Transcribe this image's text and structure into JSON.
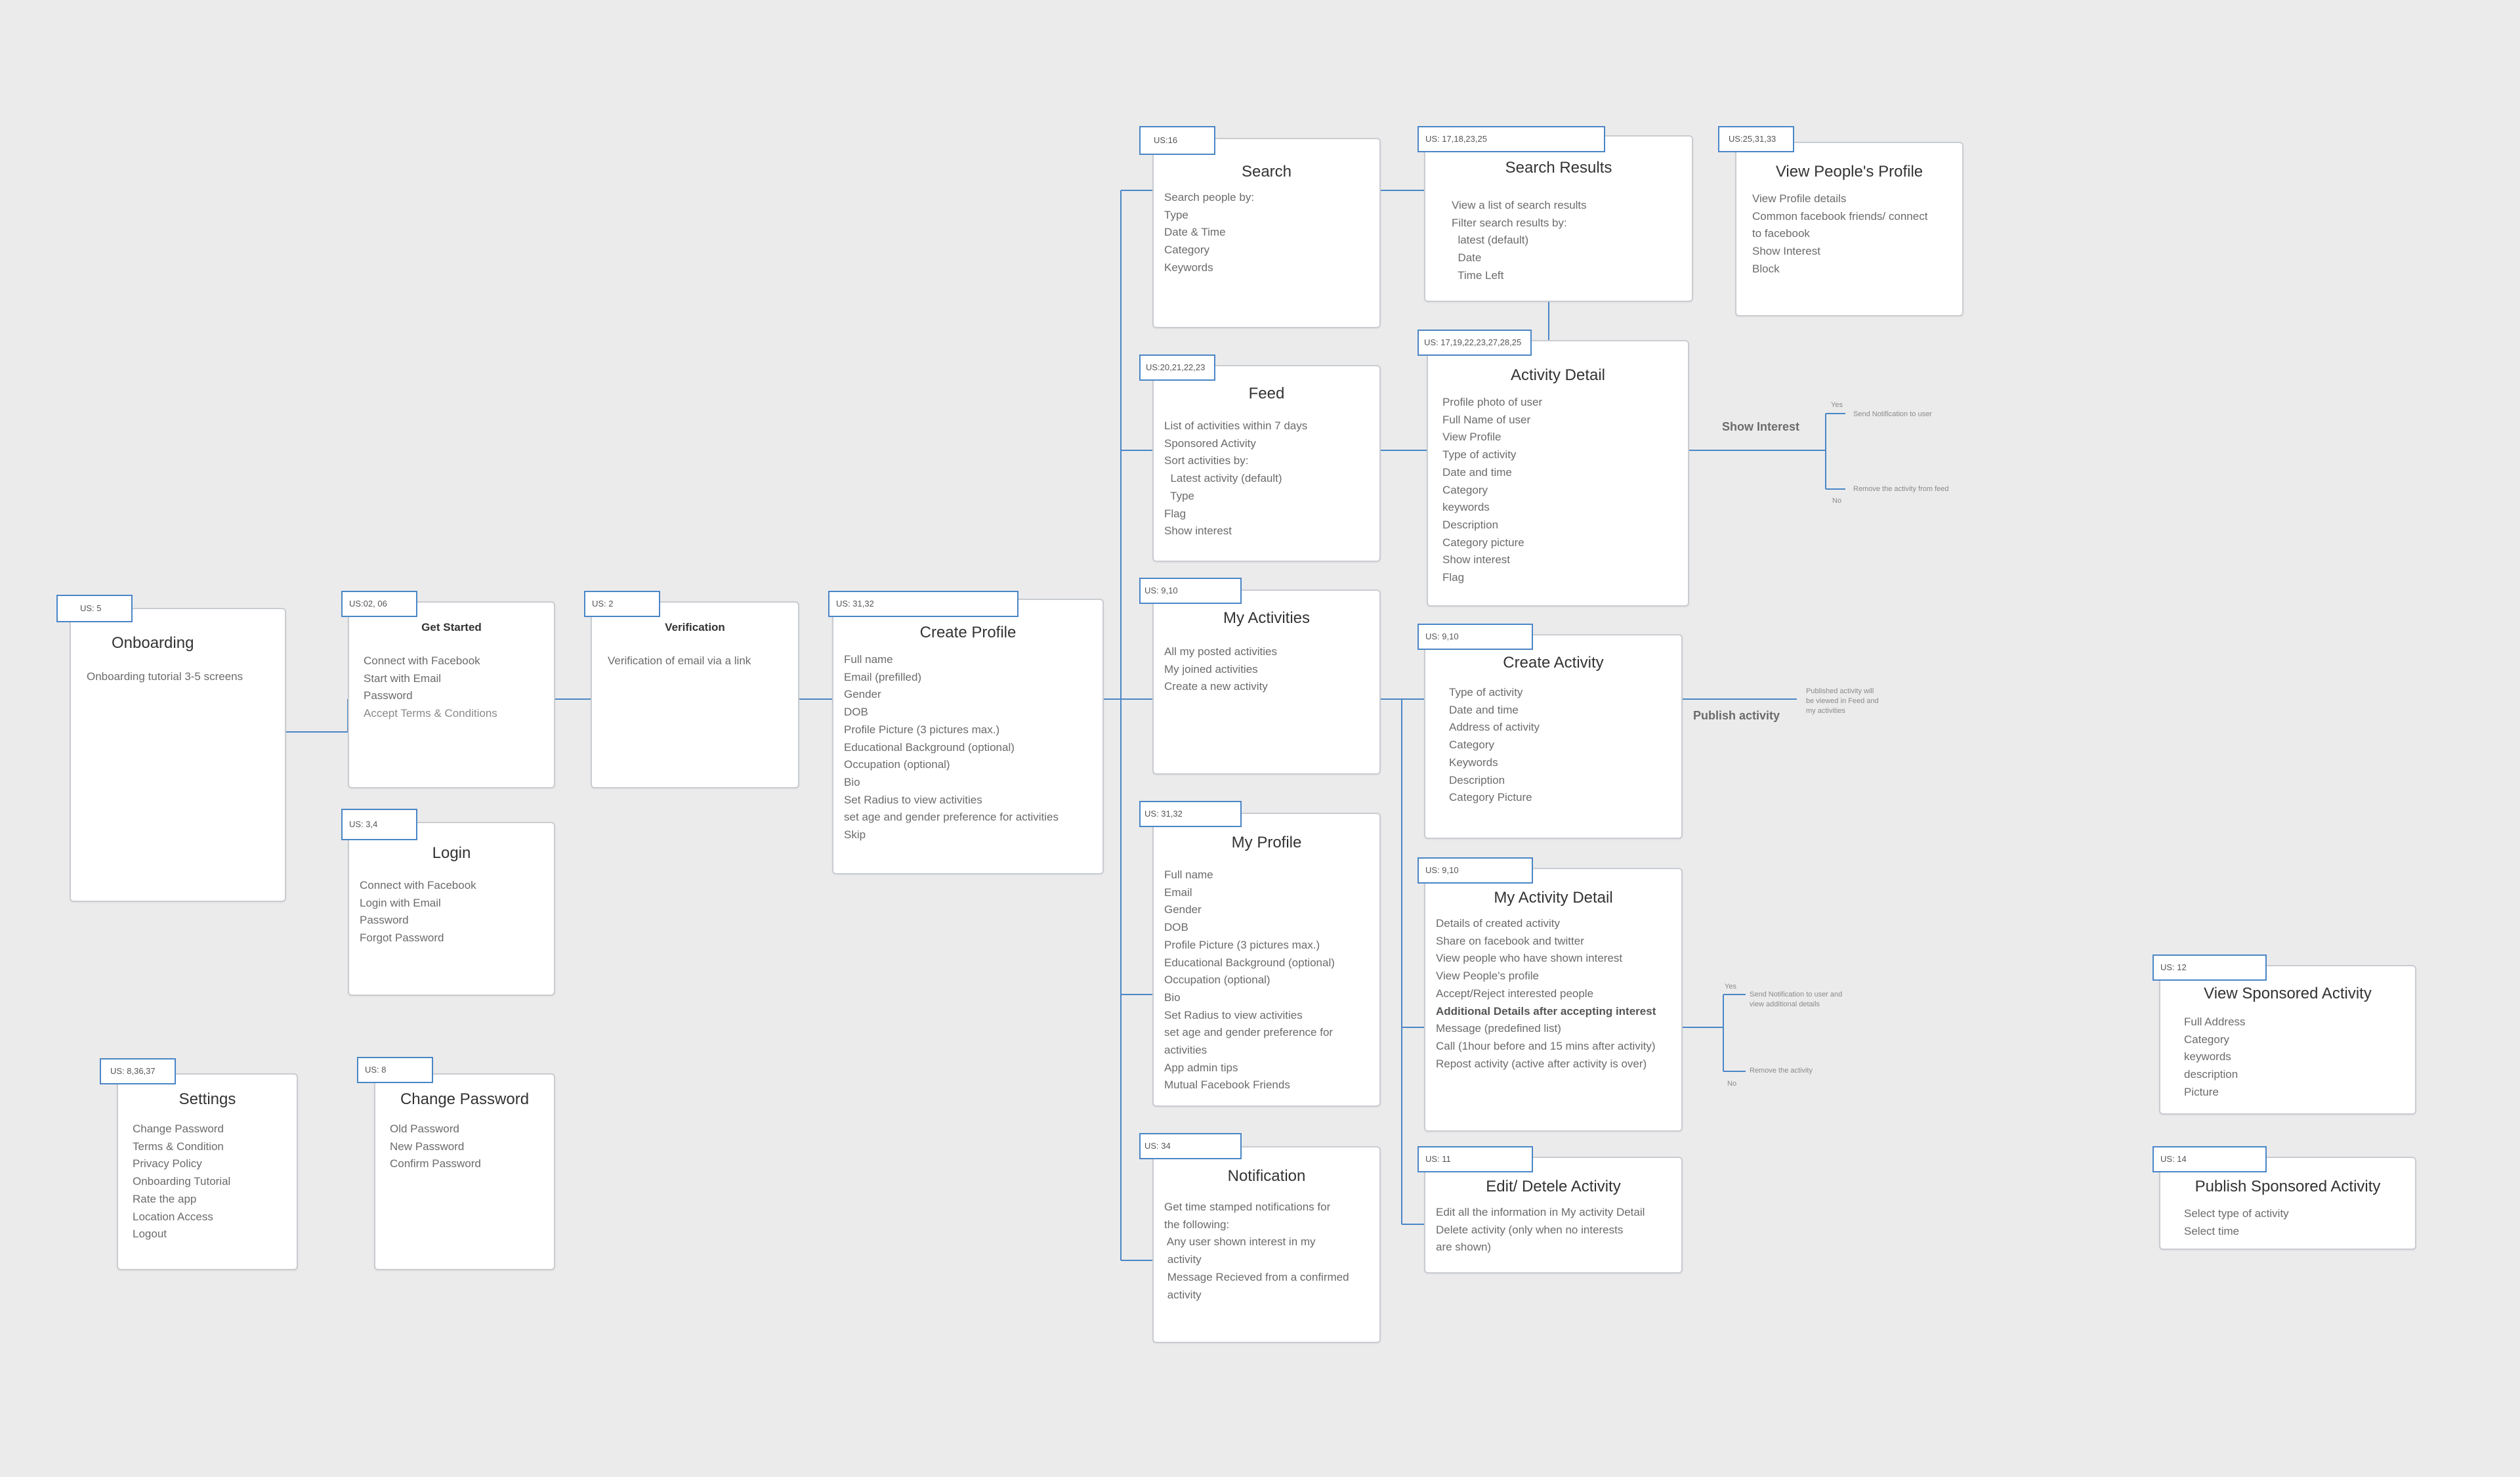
{
  "colors": {
    "background": "#ebebeb",
    "connector": "#4a86c7",
    "card_border": "#c9ccd1",
    "card": "#ffffff"
  },
  "cards": [
    {
      "id": "onboarding",
      "tag": "US: 5",
      "title": "Onboarding",
      "lines": [
        "Onboarding tutorial 3-5 screens"
      ]
    },
    {
      "id": "get-started",
      "tag": "US:02, 06",
      "title": "Get Started",
      "lines": [
        "Connect with Facebook",
        "Start with Email",
        "Password",
        "Accept Terms & Conditions"
      ]
    },
    {
      "id": "verification",
      "tag": "US: 2",
      "title": "Verification",
      "lines": [
        "Verification of email via a link"
      ]
    },
    {
      "id": "login",
      "tag": "US: 3,4",
      "title": "Login",
      "lines": [
        "Connect with Facebook",
        "Login with Email",
        "Password",
        "Forgot Password"
      ]
    },
    {
      "id": "create-profile",
      "tag": "US: 31,32",
      "title": "Create Profile",
      "lines": [
        "Full name",
        "Email (prefilled)",
        "Gender",
        "DOB",
        "Profile Picture (3 pictures max.)",
        "Educational Background (optional)",
        "Occupation (optional)",
        "Bio",
        "Set Radius to view activities",
        "set age and gender preference for activities",
        "",
        "Skip"
      ]
    },
    {
      "id": "settings",
      "tag": "US: 8,36,37",
      "title": "Settings",
      "lines": [
        "Change Password",
        "Terms & Condition",
        "Privacy Policy",
        "Onboarding Tutorial",
        "Rate the app",
        "Location Access",
        "Logout"
      ]
    },
    {
      "id": "change-password",
      "tag": "US: 8",
      "title": "Change Password",
      "lines": [
        "Old Password",
        "New Password",
        "Confirm Password"
      ]
    },
    {
      "id": "search",
      "tag": "US:16",
      "title": "Search",
      "lines": [
        "Search people by:",
        "Type",
        "Date & Time",
        "Category",
        "Keywords"
      ]
    },
    {
      "id": "feed",
      "tag": "US:20,21,22,23",
      "title": "Feed",
      "lines": [
        "List of activities within 7 days",
        "Sponsored Activity",
        "Sort activities by:",
        "  Latest activity (default)",
        "  Type",
        "Flag",
        "Show interest"
      ]
    },
    {
      "id": "my-activities",
      "tag": "US: 9,10",
      "title": "My Activities",
      "lines": [
        "All my posted activities",
        "My joined activities",
        "Create a new activity"
      ]
    },
    {
      "id": "my-profile",
      "tag": "US: 31,32",
      "title": "My Profile",
      "lines": [
        "Full name",
        "Email",
        "Gender",
        "DOB",
        "Profile Picture (3 pictures max.)",
        "Educational Background (optional)",
        "Occupation (optional)",
        "Bio",
        "Set Radius to view activities",
        "set age and gender preference for",
        "activities",
        "App admin tips",
        "Mutual Facebook Friends"
      ]
    },
    {
      "id": "notification",
      "tag": "US: 34",
      "title": "Notification",
      "lines": [
        "Get time stamped notifications for",
        "the following:",
        "",
        " Any user shown interest in my",
        " activity",
        " Message Recieved from a confirmed",
        " activity"
      ]
    },
    {
      "id": "search-results",
      "tag": "US: 17,18,23,25",
      "title": "Search Results",
      "lines": [
        "View a list of search results",
        "Filter search results by:",
        "  latest (default)",
        "  Date",
        "  Time Left"
      ]
    },
    {
      "id": "activity-detail",
      "tag": "US: 17,19,22,23,27,28,25",
      "title": "Activity Detail",
      "lines": [
        "Profile photo of user",
        "Full Name of user",
        "View Profile",
        "Type of activity",
        "Date and time",
        "Category",
        "keywords",
        "Description",
        "Category picture",
        "Show interest",
        "Flag"
      ]
    },
    {
      "id": "create-activity",
      "tag": "US: 9,10",
      "title": "Create Activity",
      "lines": [
        "Type of activity",
        "Date and time",
        "Address of activity",
        "Category",
        "Keywords",
        "Description",
        "Category Picture"
      ]
    },
    {
      "id": "my-activity-detail",
      "tag": "US: 9,10",
      "title": "My Activity Detail",
      "lines": [
        "Details of created activity",
        "Share on facebook and twitter",
        "View people who have shown interest",
        "View People's profile",
        "Accept/Reject interested people",
        "",
        "Additional Details after accepting interest",
        "Message (predefined list)",
        "Call (1hour before and 15 mins after activity)",
        "",
        "Repost activity (active after activity is over)"
      ]
    },
    {
      "id": "edit-delete-activity",
      "tag": "US: 11",
      "title": "Edit/ Detele Activity",
      "lines": [
        "Edit all the information in My activity Detail",
        "Delete activity (only when no interests",
        "are shown)"
      ]
    },
    {
      "id": "view-peoples-profile",
      "tag": "US:25,31,33",
      "title": "View People's Profile",
      "lines": [
        "View Profile details",
        "Common facebook friends/ connect",
        "to facebook",
        "Show Interest",
        "Block"
      ]
    },
    {
      "id": "view-sponsored-activity",
      "tag": "US: 12",
      "title": "View Sponsored Activity",
      "lines": [
        "Full Address",
        "Category",
        "keywords",
        "description",
        "Picture"
      ]
    },
    {
      "id": "publish-sponsored-activity",
      "tag": "US: 14",
      "title": "Publish Sponsored Activity",
      "lines": [
        "Select type of activity",
        "Select time"
      ]
    }
  ],
  "edge_labels": {
    "show_interest": "Show Interest",
    "publish_activity": "Publish activity"
  },
  "branches": {
    "interest_yes": "Yes",
    "interest_yes_note": "Send Notification to user",
    "interest_no": "No",
    "interest_no_note": "Remove the activity from feed",
    "publish_note": "Published activity will\nbe viewed in Feed and\nmy activities",
    "accept_yes": "Yes",
    "accept_yes_note": "Send Notification to user and\nview additional details",
    "accept_no": "No",
    "accept_no_note": "Remove the activity"
  }
}
